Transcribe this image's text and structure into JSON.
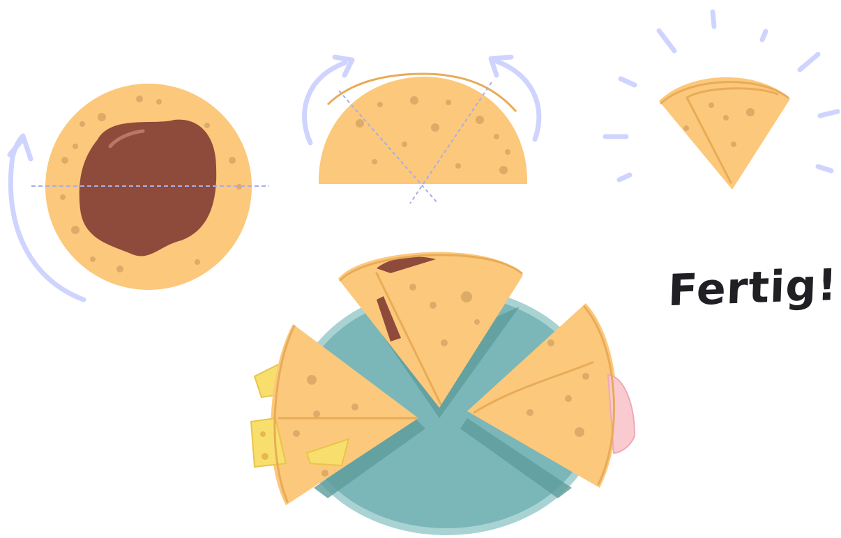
{
  "illustration": {
    "done_label": "Fertig!",
    "steps": [
      {
        "name": "spread-and-fold-in-half"
      },
      {
        "name": "fold-into-quarter"
      },
      {
        "name": "finished-crepe"
      }
    ],
    "plate": {
      "fillings": [
        "cheese",
        "chocolate",
        "ham"
      ]
    }
  },
  "colors": {
    "crepe": "#fcc87b",
    "crepe_edge": "#e8ab57",
    "crepe_spot": "#ddab68",
    "chocolate": "#8e4a3a",
    "arrow": "#cfd4ff",
    "fold_line": "#a8aee6",
    "plate": "#7bb7b8",
    "plate_rim": "#a9d3d3",
    "cheese": "#f8df6d",
    "ham": "#f9cbd1",
    "text": "#1f1f24"
  }
}
